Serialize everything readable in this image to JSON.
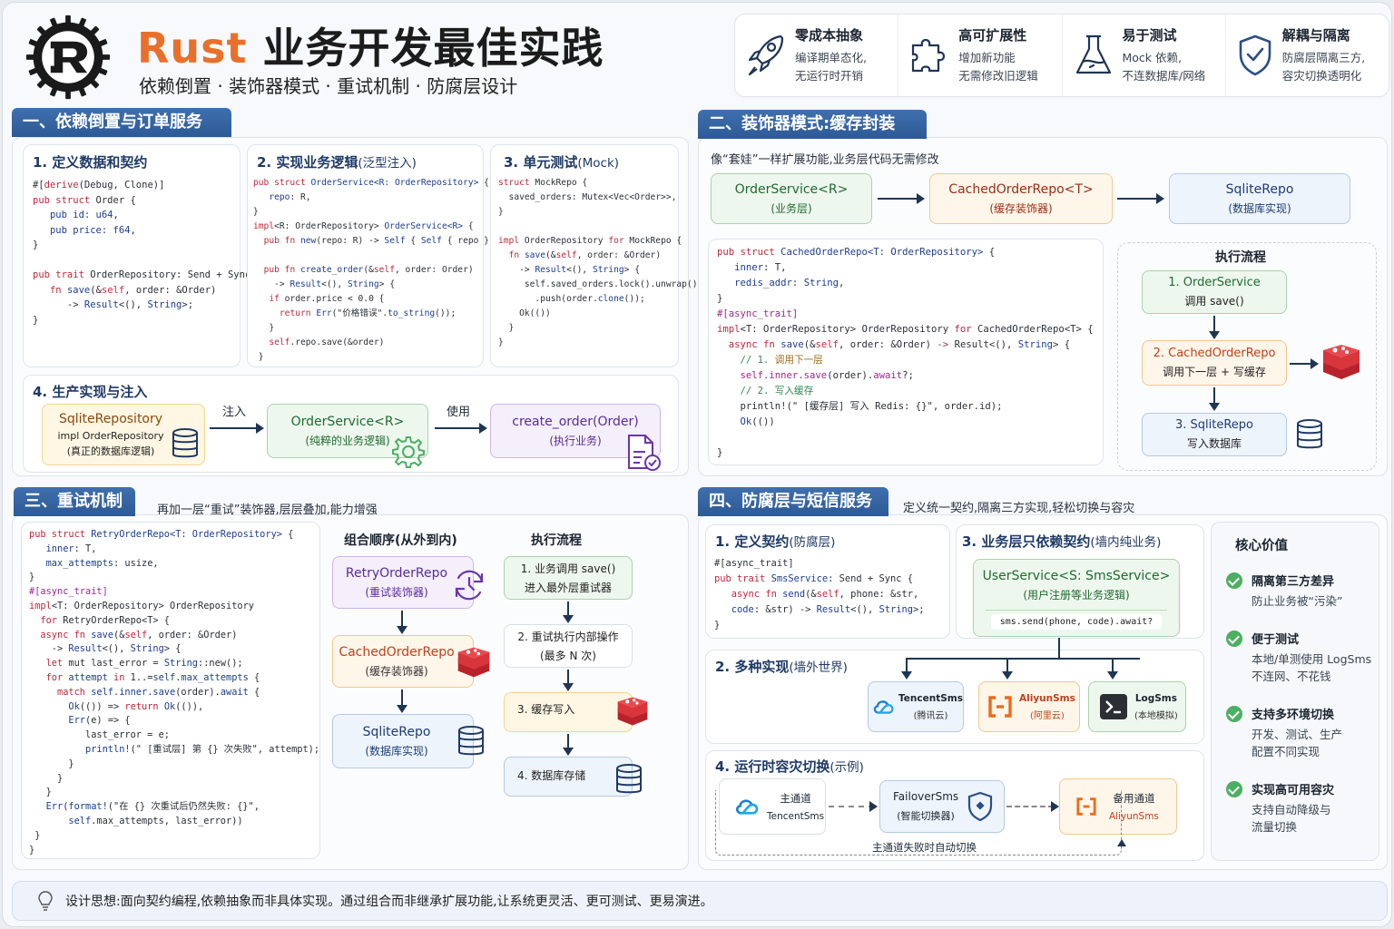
{
  "header": {
    "title_rust": "Rust",
    "title_rest": " 业务开发最佳实践",
    "subtitle": "依赖倒置 · 装饰器模式 · 重试机制 · 防腐层设计"
  },
  "features": [
    {
      "icon": "rocket-icon",
      "title": "零成本抽象",
      "line1": "编译期单态化,",
      "line2": "无运行时开销"
    },
    {
      "icon": "puzzle-icon",
      "title": "高可扩展性",
      "line1": "增加新功能",
      "line2": "无需修改旧逻辑"
    },
    {
      "icon": "flask-icon",
      "title": "易于测试",
      "line1": "Mock 依赖,",
      "line2": "不连数据库/网络"
    },
    {
      "icon": "shield-check-icon",
      "title": "解耦与隔离",
      "line1": "防腐层隔离三方,",
      "line2": "容灾切换透明化"
    }
  ],
  "section1": {
    "tab": "一、依赖倒置与订单服务",
    "card1": {
      "title": "1. 定义数据和契约"
    },
    "card2": {
      "title": "2. 实现业务逻辑",
      "title_paren": "(泛型注入)"
    },
    "card3": {
      "title": "3. 单元测试",
      "title_paren": "(Mock)"
    },
    "card4": {
      "title": "4. 生产实现与注入",
      "box1": {
        "title": "SqliteRepository",
        "line1": "impl OrderRepository",
        "line2": "(真正的数据库逻辑)"
      },
      "arrow1": "注入",
      "box2": {
        "title": "OrderService<R>",
        "line1": "(纯粹的业务逻辑)"
      },
      "arrow2": "使用",
      "box3": {
        "title": "create_order(Order)",
        "line1": "(执行业务)"
      }
    }
  },
  "section2": {
    "tab": "二、装饰器模式:缓存封装",
    "note": "像“套娃”一样扩展功能,业务层代码无需修改",
    "chain": [
      {
        "title": "OrderService<R>",
        "sub": "(业务层)"
      },
      {
        "title": "CachedOrderRepo<T>",
        "sub": "(缓存装饰器)"
      },
      {
        "title": "SqliteRepo",
        "sub": "(数据库实现)"
      }
    ],
    "flow": {
      "heading": "执行流程",
      "steps": [
        {
          "title": "1. OrderService",
          "sub": "调用 save()"
        },
        {
          "title": "2. CachedOrderRepo",
          "sub": "调用下一层 + 写缓存"
        },
        {
          "title": "3. SqliteRepo",
          "sub": "写入数据库"
        }
      ]
    }
  },
  "section3": {
    "tab": "三、重试机制",
    "note": "再加一层“重试”装饰器,层层叠加,能力增强",
    "composition": {
      "heading": "组合顺序(从外到内)",
      "items": [
        {
          "title": "RetryOrderRepo",
          "sub": "(重试装饰器)"
        },
        {
          "title": "CachedOrderRepo",
          "sub": "(缓存装饰器)"
        },
        {
          "title": "SqliteRepo",
          "sub": "(数据库实现)"
        }
      ]
    },
    "flow": {
      "heading": "执行流程",
      "steps": [
        {
          "line1": "1. 业务调用 save()",
          "line2": "进入最外层重试器"
        },
        {
          "line1": "2. 重试执行内部操作",
          "line2": "(最多 N 次)"
        },
        {
          "line1": "3. 缓存写入",
          "line2": ""
        },
        {
          "line1": "4. 数据库存储",
          "line2": ""
        }
      ]
    }
  },
  "section4": {
    "tab": "四、防腐层与短信服务",
    "note": "定义统一契约,隔离三方实现,轻松切换与容灾",
    "card1": {
      "title": "1. 定义契约",
      "title_paren": "(防腐层)"
    },
    "card3": {
      "title": "3. 业务层只依赖契约",
      "title_paren": "(墙内纯业务)",
      "box_title": "UserService<S: SmsService>",
      "box_sub": "(用户注册等业务逻辑)",
      "box_code": "sms.send(phone, code).await?"
    },
    "card2": {
      "title": "2. 多种实现",
      "title_paren": "(墙外世界)",
      "impls": [
        {
          "icon": "tencent-cloud-icon",
          "title": "TencentSms",
          "sub": "(腾讯云)"
        },
        {
          "icon": "aliyun-icon",
          "title": "AliyunSms",
          "sub": "(阿里云)"
        },
        {
          "icon": "terminal-icon",
          "title": "LogSms",
          "sub": "(本地模拟)"
        }
      ]
    },
    "card4": {
      "title": "4. 运行时容灾切换",
      "title_paren": "(示例)",
      "primary": {
        "label": "主通道",
        "name": "TencentSms"
      },
      "failover": {
        "title": "FailoverSms",
        "sub": "(智能切换器)"
      },
      "backup": {
        "label": "备用通道",
        "name": "AliyunSms"
      },
      "loop_label": "主通道失败时自动切换"
    },
    "values": {
      "heading": "核心价值",
      "items": [
        {
          "title": "隔离第三方差异",
          "desc1": "防止业务被“污染”",
          "desc2": ""
        },
        {
          "title": "便于测试",
          "desc1": "本地/单测使用 LogSms",
          "desc2": "不连网、不花钱"
        },
        {
          "title": "支持多环境切换",
          "desc1": "开发、测试、生产",
          "desc2": "配置不同实现"
        },
        {
          "title": "实现高可用容灾",
          "desc1": "支持自动降级与",
          "desc2": "流量切换"
        }
      ]
    }
  },
  "footer": {
    "icon": "lightbulb-icon",
    "text": "设计思想:面向契约编程,依赖抽象而非具体实现。通过组合而非继承扩展功能,让系统更灵活、更可测试、更易演进。"
  },
  "colors": {
    "rust_orange": "#e8702a",
    "section_tab_blue": "#2d5a96",
    "heading_navy": "#1e3a66",
    "keyword_red": "#c0283b",
    "green_box": "#eef7ee",
    "orange_box": "#fff6ea",
    "blue_box": "#eef4fc",
    "purple_box": "#f4effb",
    "check_green": "#4caf62"
  }
}
